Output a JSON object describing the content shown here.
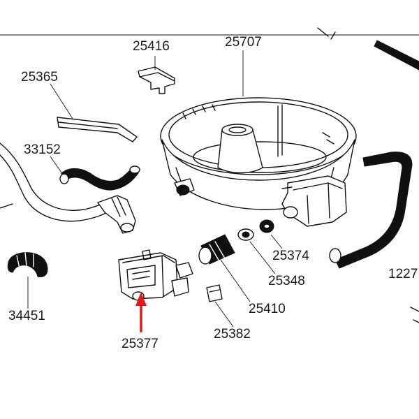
{
  "diagram": {
    "parts": [
      {
        "id": "25416",
        "label": "25416"
      },
      {
        "id": "25707",
        "label": "25707"
      },
      {
        "id": "25365",
        "label": "25365"
      },
      {
        "id": "33152",
        "label": "33152"
      },
      {
        "id": "25374",
        "label": "25374"
      },
      {
        "id": "25348",
        "label": "25348"
      },
      {
        "id": "25410",
        "label": "25410"
      },
      {
        "id": "25382",
        "label": "25382"
      },
      {
        "id": "34451",
        "label": "34451"
      },
      {
        "id": "25377",
        "label": "25377"
      },
      {
        "id": "1227",
        "label": "1227"
      }
    ],
    "highlighted_part": "25377",
    "colors": {
      "line": "#111111",
      "arrow": "#e01b1b",
      "background": "#ffffff"
    }
  }
}
